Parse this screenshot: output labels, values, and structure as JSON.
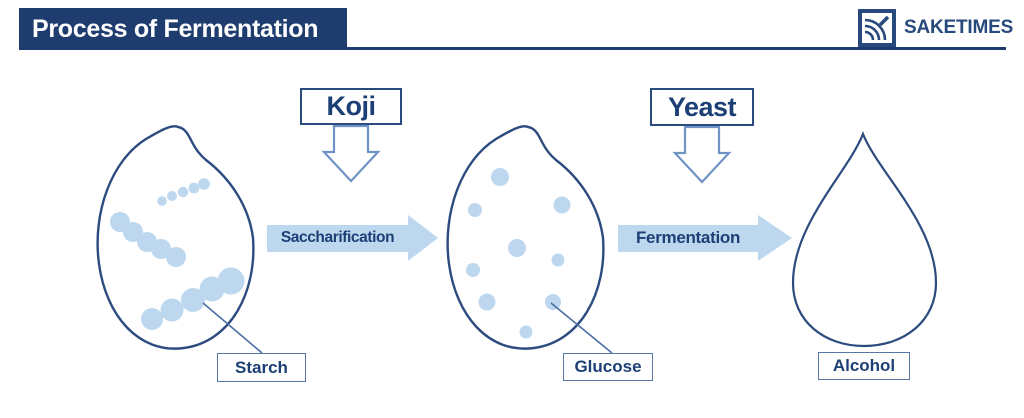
{
  "header": {
    "title": "Process of Fermentation",
    "brand": "SAKETIMES"
  },
  "diagram": {
    "stages": [
      {
        "substance": "Starch",
        "agent": "Koji",
        "process": "Saccharification"
      },
      {
        "substance": "Glucose",
        "agent": "Yeast",
        "process": "Fermentation"
      },
      {
        "substance": "Alcohol"
      }
    ]
  },
  "colors": {
    "navy": "#1e3c6e",
    "steel": "#2c4b7e",
    "text_navy": "#1c3f75",
    "light_blue": "#bdd7ee",
    "arrow_outline": "#6f93c4",
    "pointer": "#4a6fa5",
    "brand_navy": "#27497c",
    "label_border": "#5577a8"
  }
}
